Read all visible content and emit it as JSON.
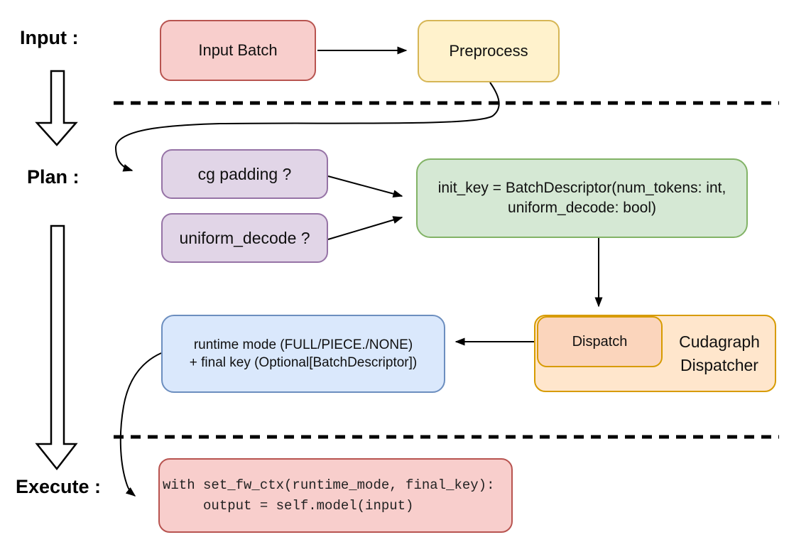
{
  "diagram": {
    "title_context": "cudagraph dispatch flow",
    "stage_labels": {
      "input": "Input :",
      "plan": "Plan :",
      "execute": "Execute :"
    },
    "nodes": {
      "input_batch": "Input Batch",
      "preprocess": "Preprocess",
      "cg_padding": "cg padding ?",
      "uniform_decode": "uniform_decode ?",
      "init_key_line1": "init_key = BatchDescriptor(num_tokens: int,",
      "init_key_line2": "uniform_decode: bool)",
      "runtime_line1": "runtime mode (FULL/PIECE./NONE)",
      "runtime_line2": "+ final key (Optional[BatchDescriptor])",
      "dispatch": "Dispatch",
      "dispatcher_line1": "Cudagraph",
      "dispatcher_line2": "Dispatcher",
      "code_line1": "with set_fw_ctx(runtime_mode, final_key):",
      "code_line2": "     output = self.model(input)"
    },
    "colors": {
      "pink_fill": "#f8cecc",
      "pink_stroke": "#b85450",
      "yellow_fill": "#fff2cc",
      "yellow_stroke": "#d6b656",
      "purple_fill": "#e1d5e7",
      "purple_stroke": "#9673a6",
      "green_fill": "#d5e8d4",
      "green_stroke": "#82b366",
      "blue_fill": "#dae8fc",
      "blue_stroke": "#6c8ebf",
      "orange_fill": "#ffe6cc",
      "orange_stroke": "#d79b00",
      "dispatch_fill": "#fbd5bc",
      "line_color": "#000000",
      "background": "#ffffff"
    }
  }
}
